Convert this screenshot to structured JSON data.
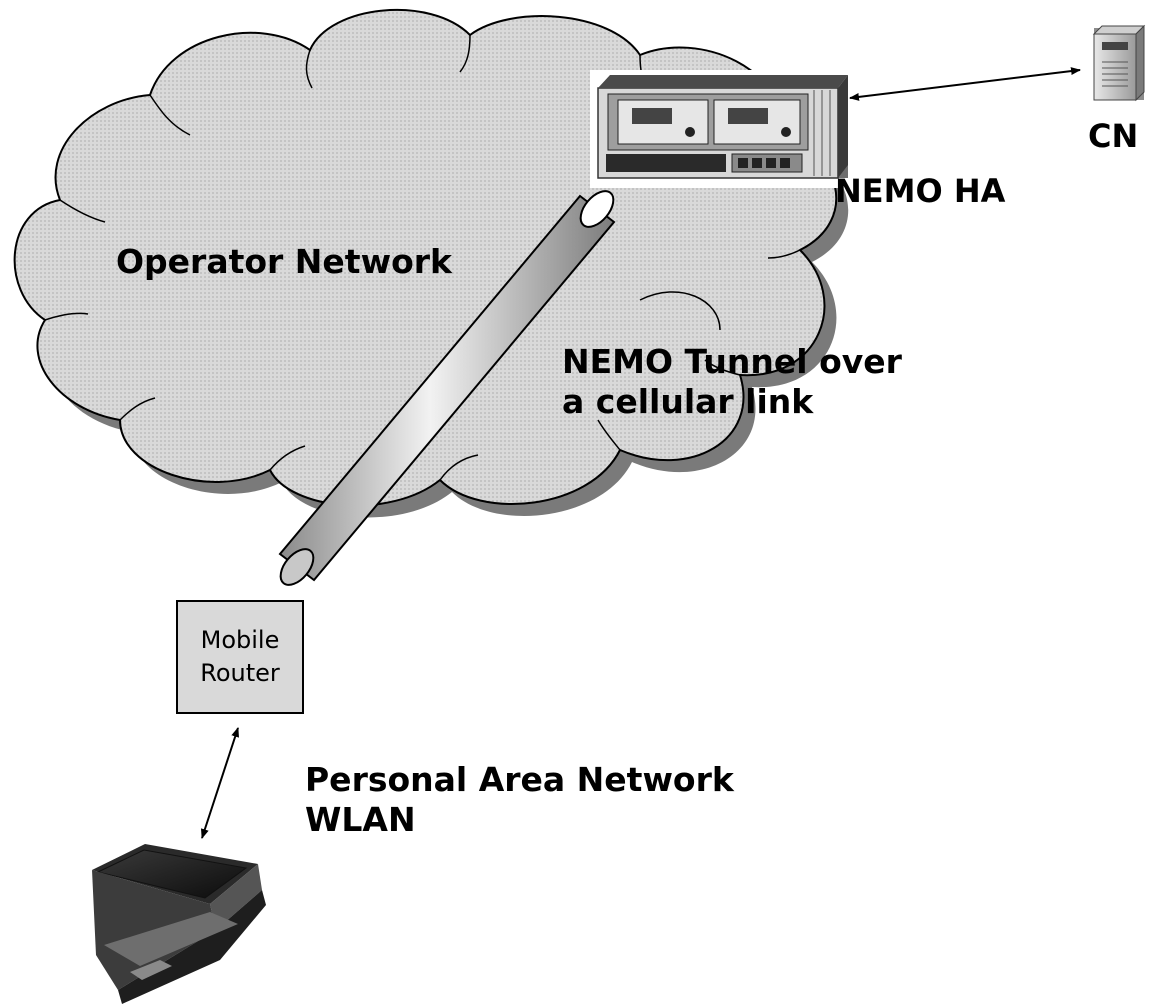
{
  "labels": {
    "operator_network": "Operator Network",
    "nemo_ha": "NEMO HA",
    "cn": "CN",
    "tunnel_line1": "NEMO Tunnel over",
    "tunnel_line2": "a cellular link",
    "pan_line1": "Personal Area Network",
    "pan_line2": "WLAN"
  },
  "mobile_router": {
    "line1": "Mobile",
    "line2": "Router"
  },
  "icons": [
    "cloud-icon",
    "router-rack-icon",
    "server-icon",
    "laptop-icon",
    "tunnel-pipe-icon"
  ],
  "colors": {
    "cloud_fill": "#d4d4d4",
    "cloud_shadow": "#7a7a7a",
    "router_box_fill": "#d9d9d9",
    "tunnel_fill": "#d6d6d6"
  }
}
